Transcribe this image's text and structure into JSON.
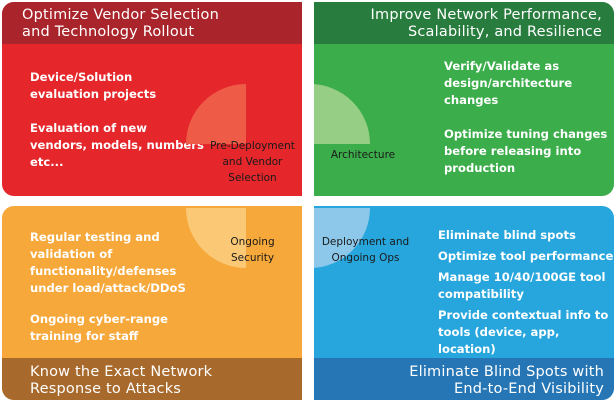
{
  "colors": {
    "red": "#e5272b",
    "red_header": "#a9252b",
    "green": "#3cad4b",
    "green_header": "#277c3e",
    "orange": "#f6a83a",
    "orange_header": "#a8692c",
    "blue": "#27a6dd",
    "blue_header": "#2676b5"
  },
  "quadrants": {
    "top_left": {
      "title": [
        "Optimize Vendor Selection",
        "and Technology Rollout"
      ],
      "items": [
        "Device/Solution",
        "evaluation projects",
        "",
        "Evaluation of new",
        "vendors, models, numbers",
        "etc..."
      ],
      "circle_label": [
        "Pre-Deployment",
        "and Vendor",
        "Selection"
      ]
    },
    "top_right": {
      "title": [
        "Improve Network Performance,",
        "Scalability, and Resilience"
      ],
      "items": [
        "Verify/Validate as",
        "design/architecture",
        "changes",
        "",
        "Optimize tuning changes",
        "before releasing into",
        "production"
      ],
      "circle_label": [
        "Architecture"
      ]
    },
    "bottom_left": {
      "title": [
        "Know the Exact Network",
        "Response to Attacks"
      ],
      "items": [
        "Regular testing and",
        "validation of",
        "functionality/defenses",
        "under load/attack/DDoS",
        "",
        "Ongoing cyber-range",
        "training for staff"
      ],
      "circle_label": [
        "Ongoing",
        "Security"
      ]
    },
    "bottom_right": {
      "title": [
        "Eliminate Blind Spots with",
        "End-to-End Visibility"
      ],
      "items": [
        "Eliminate blind spots",
        "",
        "Optimize tool performance",
        "",
        "Manage 10/40/100GE tool",
        "compatibility",
        "",
        "Provide contextual info to",
        "tools (device, app, location)"
      ],
      "circle_label": [
        "Deployment and",
        "Ongoing Ops"
      ]
    }
  }
}
